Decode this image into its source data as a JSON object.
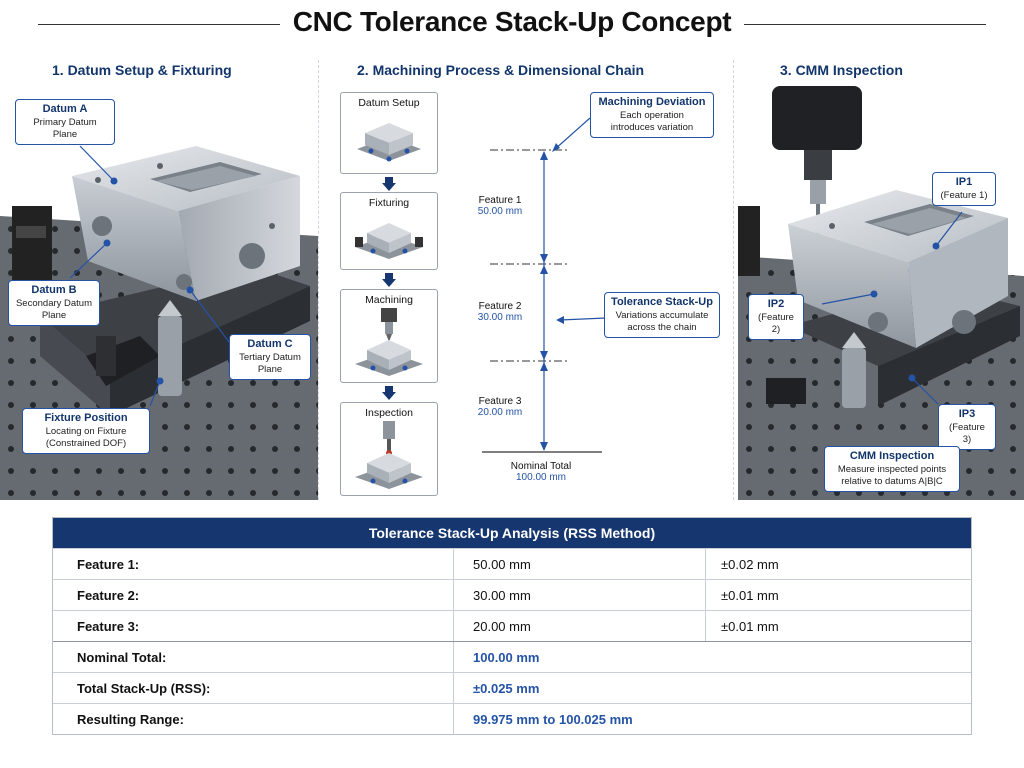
{
  "title": "CNC Tolerance Stack-Up Concept",
  "sections": {
    "s1": "1. Datum Setup & Fixturing",
    "s2": "2. Machining Process & Dimensional Chain",
    "s3": "3. CMM Inspection"
  },
  "left_callouts": {
    "datum_a": {
      "title": "Datum A",
      "sub": "Primary Datum Plane"
    },
    "datum_b": {
      "title": "Datum B",
      "sub1": "Secondary Datum",
      "sub2": "Plane"
    },
    "datum_c": {
      "title": "Datum C",
      "sub1": "Tertiary Datum",
      "sub2": "Plane"
    },
    "fixture": {
      "title": "Fixture Position",
      "sub1": "Locating on Fixture",
      "sub2": "(Constrained DOF)"
    }
  },
  "process_steps": [
    "Datum Setup",
    "Fixturing",
    "Machining",
    "Inspection"
  ],
  "chain": {
    "machining_deviation": {
      "title": "Machining Deviation",
      "sub1": "Each operation",
      "sub2": "introduces variation"
    },
    "tolerance_stackup": {
      "title": "Tolerance Stack-Up",
      "sub1": "Variations accumulate",
      "sub2": "across the chain"
    },
    "features": [
      {
        "name": "Feature 1",
        "value": "50.00 mm"
      },
      {
        "name": "Feature 2",
        "value": "30.00 mm"
      },
      {
        "name": "Feature 3",
        "value": "20.00 mm"
      }
    ],
    "nominal_label": "Nominal Total",
    "nominal_value": "100.00 mm"
  },
  "right_callouts": {
    "ip1": {
      "title": "IP1",
      "sub": "(Feature 1)"
    },
    "ip2": {
      "title": "IP2",
      "sub": "(Feature 2)"
    },
    "ip3": {
      "title": "IP3",
      "sub": "(Feature 3)"
    },
    "cmm": {
      "title": "CMM Inspection",
      "sub1": "Measure inspected points",
      "sub2": "relative to datums A|B|C"
    }
  },
  "table": {
    "header": "Tolerance Stack-Up Analysis (RSS Method)",
    "feature_rows": [
      {
        "label": "Feature 1:",
        "nominal": "50.00 mm",
        "tol": "±0.02 mm"
      },
      {
        "label": "Feature 2:",
        "nominal": "30.00 mm",
        "tol": "±0.01 mm"
      },
      {
        "label": "Feature 3:",
        "nominal": "20.00 mm",
        "tol": "±0.01 mm"
      }
    ],
    "summary_rows": [
      {
        "label": "Nominal Total:",
        "value": "100.00 mm"
      },
      {
        "label": "Total Stack-Up (RSS):",
        "value": "±0.025 mm"
      },
      {
        "label": "Resulting Range:",
        "value": "99.975 mm to 100.025 mm"
      }
    ]
  },
  "colors": {
    "accent": "#2453a6",
    "header": "#16366f"
  }
}
